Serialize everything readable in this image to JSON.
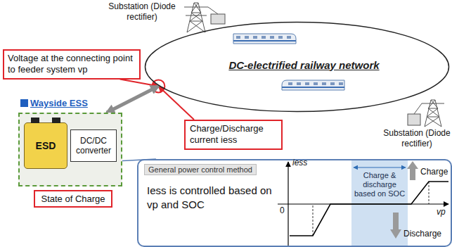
{
  "diagram": {
    "nodes": [
      {
        "text": [
          "Substation (Diode rectifier)"
        ]
      },
      {
        "text": [
          "DC-electrified railway network"
        ]
      },
      {
        "text": [
          "Substation (Diode rectifier)"
        ]
      },
      {
        "text": [
          "Voltage at the connecting point to feeder system vp"
        ]
      },
      {
        "text": [
          "Wayside ESS"
        ]
      },
      {
        "text": [
          "ESD"
        ],
        "in": 4
      },
      {
        "text": [
          "DC/DC converter"
        ],
        "in": 4
      },
      {
        "text": [
          "State of Charge"
        ]
      },
      {
        "text": [
          "Charge/Discharge current iess"
        ]
      },
      {
        "text": [
          "General power control method",
          "Iess is controlled based on vp and SOC"
        ]
      }
    ],
    "edges": [
      {
        "from": 3,
        "to": 1,
        "arrow": "to"
      },
      {
        "from": 8,
        "to": 1,
        "arrow": "to"
      },
      {
        "from": 4,
        "to": 1,
        "arrow": "both"
      },
      {
        "from": 6,
        "to": 9,
        "arrow": "none"
      }
    ],
    "labels": [
      "iess",
      "0",
      "vp",
      "Charge & discharge based on SOC",
      "Charge",
      "Discharge"
    ]
  }
}
